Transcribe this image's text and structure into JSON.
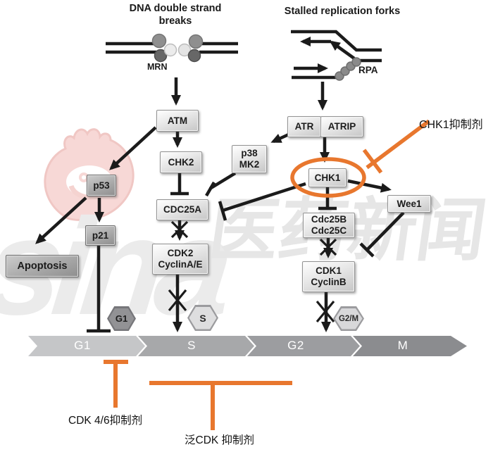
{
  "titles": {
    "left": "DNA double strand breaks",
    "right": "Stalled replication forks"
  },
  "glyph_labels": {
    "mrn": "MRN",
    "rpa": "RPA"
  },
  "watermark": {
    "brand": "sina",
    "text": "医药新闻"
  },
  "nodes": {
    "atm": {
      "label": "ATM"
    },
    "chk2": {
      "label": "CHK2"
    },
    "cdc25a": {
      "label": "CDC25A"
    },
    "cdk2": {
      "label": "CDK2\nCyclinA/E"
    },
    "p53": {
      "label": "p53"
    },
    "p21": {
      "label": "p21"
    },
    "apoptosis": {
      "label": "Apoptosis"
    },
    "atr": {
      "label": "ATR"
    },
    "atrip": {
      "label": "ATRIP"
    },
    "p38mk2": {
      "label": "p38\nMK2"
    },
    "chk1": {
      "label": "CHK1"
    },
    "wee1": {
      "label": "Wee1"
    },
    "cdc25bc": {
      "label": "Cdc25B\nCdc25C"
    },
    "cdk1": {
      "label": "CDK1\nCyclinB"
    }
  },
  "phase_badges": {
    "g1": "G1",
    "s": "S",
    "g2m": "G2/M"
  },
  "cycle_bar": {
    "phases": [
      "G1",
      "S",
      "G2",
      "M"
    ]
  },
  "annotations": {
    "chk1_inhibitor": "CHK1抑制剂",
    "cdk46_inhibitor": "CDK 4/6抑制剂",
    "pan_cdk_inhibitor": "泛CDK 抑制剂"
  },
  "colors": {
    "accent_orange": "#E8772E",
    "line_black": "#1b1b1b",
    "bar_g1": "#c5c6c8",
    "bar_s": "#a7a8aa",
    "bar_g2": "#9c9da0",
    "bar_m": "#8b8c8f"
  }
}
